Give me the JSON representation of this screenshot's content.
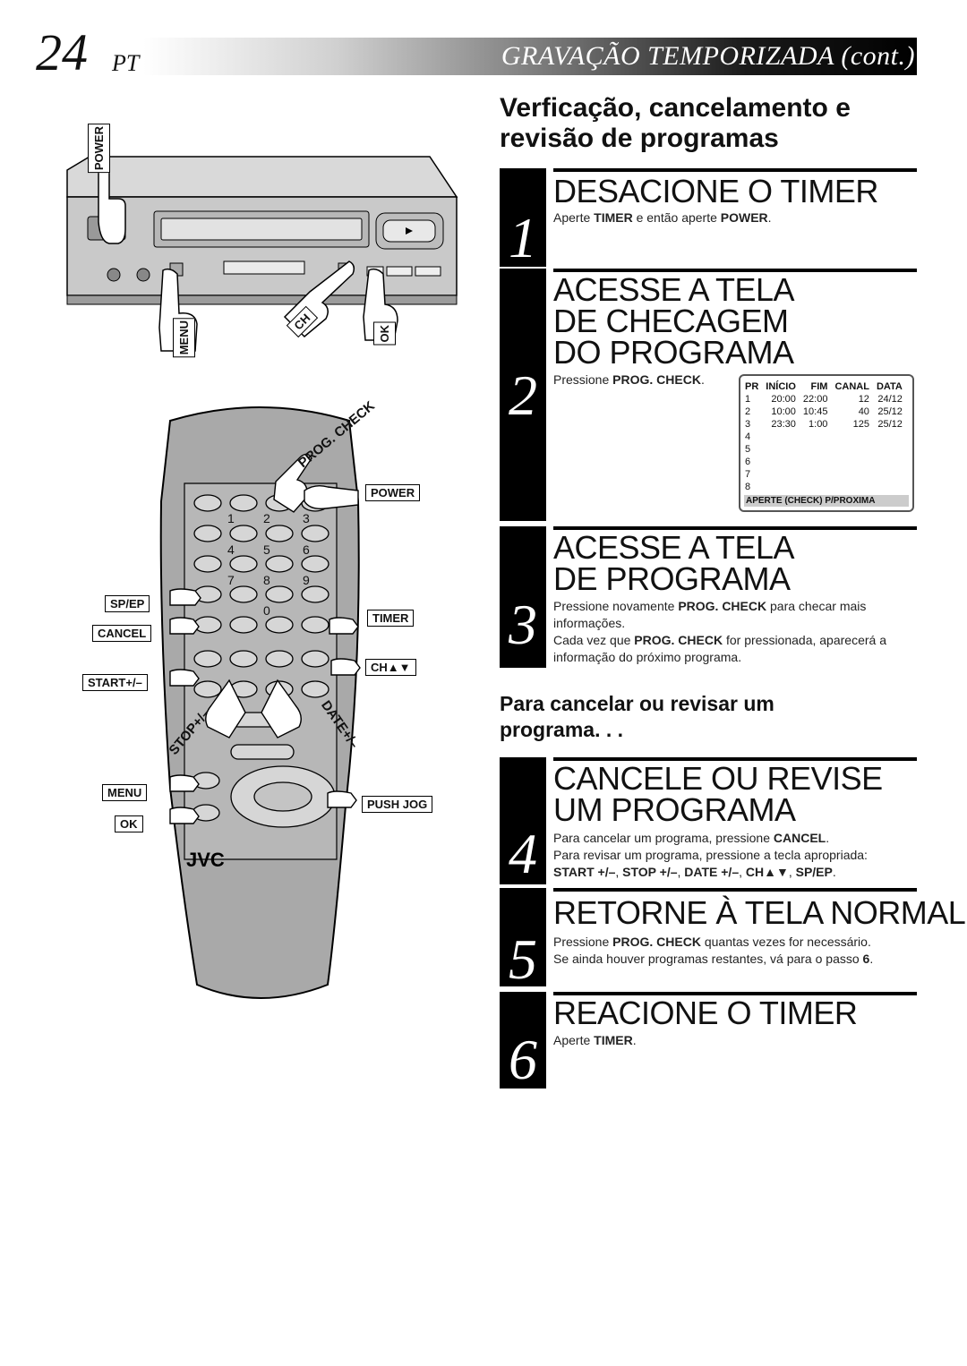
{
  "header": {
    "page_number": "24",
    "language": "PT",
    "title": "GRAVAÇÃO TEMPORIZADA (cont.)"
  },
  "section_title": "Verficação, cancelamento e revisão de programas",
  "steps": [
    {
      "number": "1",
      "title": "DESACIONE O TIMER",
      "text_html": "Aperte <b>TIMER</b> e então aperte <b>POWER</b>."
    },
    {
      "number": "2",
      "title": "ACESSE A TELA DE CHECAGEM DO PROGRAMA",
      "text_html": "Pressione <b>PROG. CHECK</b>."
    },
    {
      "number": "3",
      "title": "ACESSE A TELA DE PROGRAMA",
      "text_html": "Pressione novamente <b>PROG. CHECK</b> para checar mais informações.<br>Cada vez que <b>PROG. CHECK</b> for pressionada, aparecerá a informação do próximo programa."
    },
    {
      "number": "4",
      "title": "CANCELE OU REVISE UM PROGRAMA",
      "text_html": "Para cancelar um programa, pressione <b>CANCEL</b>.<br>Para revisar um programa, pressione a tecla apropriada:<br><b>START +/–</b>, <b>STOP +/–</b>, <b>DATE +/–</b>, <b>CH▲▼</b>, <b>SP/EP</b>."
    },
    {
      "number": "5",
      "title": "RETORNE À TELA NORMAL",
      "text_html": "Pressione <b>PROG. CHECK</b> quantas vezes for necessário.<br>Se ainda houver programas restantes, vá para o passo <b>6</b>."
    },
    {
      "number": "6",
      "title": "REACIONE O TIMER",
      "text_html": "Aperte <b>TIMER</b>."
    }
  ],
  "subhead": "Para cancelar ou revisar um programa. . .",
  "program_screen": {
    "headers": [
      "PR",
      "INÍCIO",
      "FIM",
      "CANAL",
      "DATA"
    ],
    "rows": [
      [
        "1",
        "20:00",
        "22:00",
        "12",
        "24/12"
      ],
      [
        "2",
        "10:00",
        "10:45",
        "40",
        "25/12"
      ],
      [
        "3",
        "23:30",
        "1:00",
        "125",
        "25/12"
      ],
      [
        "4",
        "",
        "",
        "",
        ""
      ],
      [
        "5",
        "",
        "",
        "",
        ""
      ],
      [
        "6",
        "",
        "",
        "",
        ""
      ],
      [
        "7",
        "",
        "",
        "",
        ""
      ],
      [
        "8",
        "",
        "",
        "",
        ""
      ]
    ],
    "footer": "APERTE (CHECK) P/PROXIMA"
  },
  "vcr_labels": {
    "power": "POWER",
    "menu": "MENU",
    "ch": "CH",
    "ok": "OK"
  },
  "remote_labels": {
    "prog_check": "PROG. CHECK",
    "power": "POWER",
    "sp_ep": "SP/EP",
    "cancel": "CANCEL",
    "timer": "TIMER",
    "start": "START+/–",
    "ch": "CH▲▼",
    "stop": "STOP+/–",
    "date": "DATE+/–",
    "menu": "MENU",
    "push_jog": "PUSH JOG",
    "ok": "OK",
    "brand": "JVC",
    "keys": [
      "1",
      "2",
      "3",
      "4",
      "5",
      "6",
      "7",
      "8",
      "9",
      "0"
    ]
  }
}
